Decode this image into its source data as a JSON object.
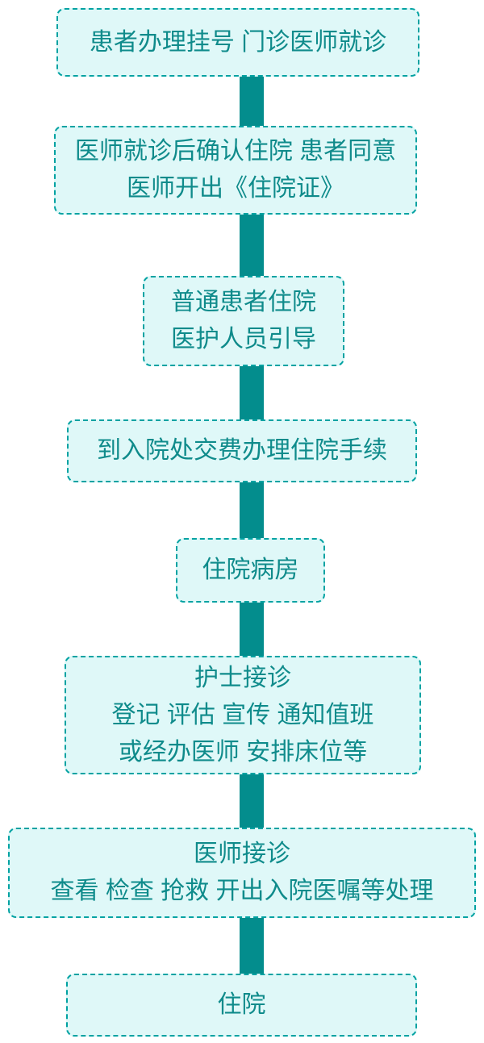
{
  "colors": {
    "page_bg": "#ffffff",
    "connector": "#038d8d",
    "box_fill": "#dff8f8",
    "box_border": "#00a2a2",
    "text": "#0f8b8b"
  },
  "flow": {
    "direction": "top-to-bottom",
    "steps": [
      {
        "id": "outpatient-registration",
        "lines": [
          "患者办理挂号 门诊医师就诊"
        ]
      },
      {
        "id": "confirm-admission",
        "lines": [
          "医师就诊后确认住院 患者同意",
          "医师开出《住院证》"
        ]
      },
      {
        "id": "ordinary-patient-guided",
        "lines": [
          "普通患者住院",
          "医护人员引导"
        ]
      },
      {
        "id": "pay-at-admission-office",
        "lines": [
          "到入院处交费办理住院手续"
        ]
      },
      {
        "id": "inpatient-ward",
        "lines": [
          "住院病房"
        ]
      },
      {
        "id": "nurse-reception",
        "lines": [
          "护士接诊",
          "登记 评估 宣传 通知值班",
          "或经办医师 安排床位等"
        ]
      },
      {
        "id": "doctor-reception",
        "lines": [
          "医师接诊",
          "查看 检查 抢救 开出入院医嘱等处理"
        ]
      },
      {
        "id": "hospitalized",
        "lines": [
          "住院"
        ]
      }
    ]
  }
}
